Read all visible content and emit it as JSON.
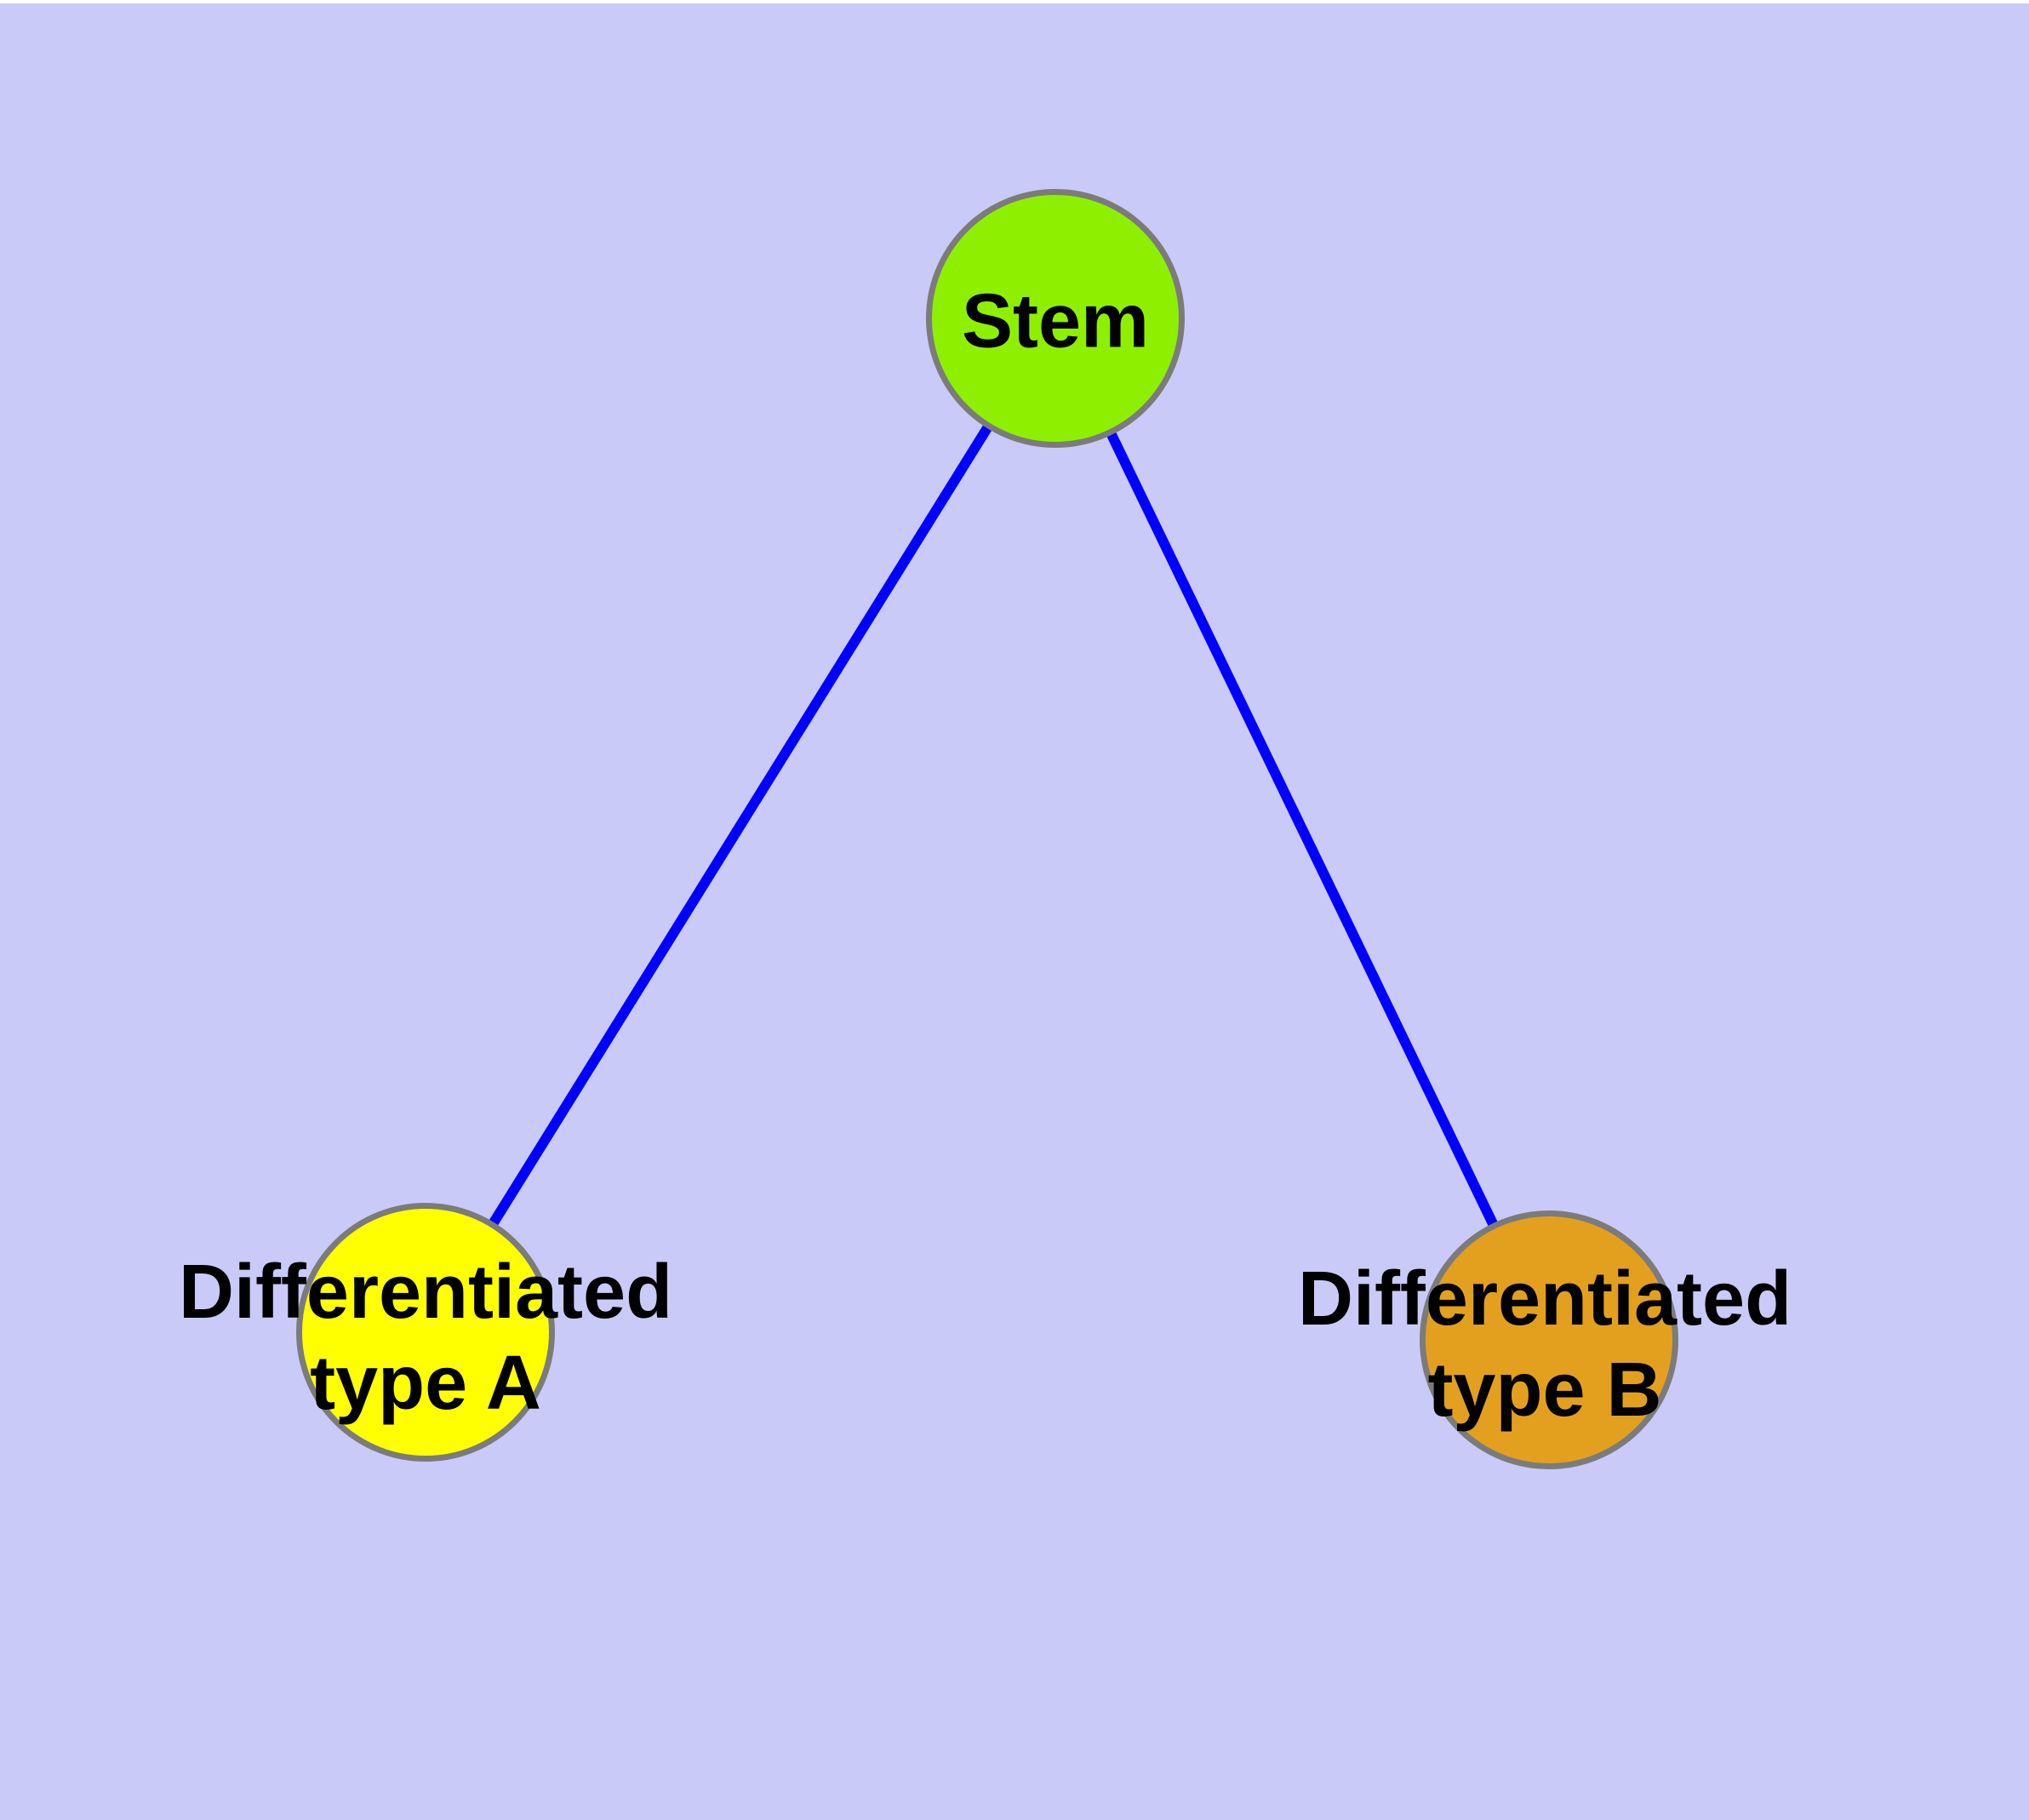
{
  "diagram": {
    "type": "graph",
    "description": "Cell differentiation tree: one stem node connected to two differentiated type nodes",
    "background_color": "#CACAF9",
    "top_strip_color": "#FFFFFF",
    "label_color": "#000000",
    "node_border_color": "#7B7B7B",
    "nodes": [
      {
        "id": "stem",
        "label": "Stem",
        "fill": "#8EF000"
      },
      {
        "id": "type-a",
        "label": "Differentiated\ntype A",
        "fill": "#FFFF00"
      },
      {
        "id": "type-b",
        "label": "Differentiated\ntype B",
        "fill": "#E3A01F"
      }
    ],
    "edges": [
      {
        "from": "stem",
        "to": "type-a"
      },
      {
        "from": "stem",
        "to": "type-b"
      }
    ],
    "edge_style": {
      "color": "#0000FF"
    }
  }
}
